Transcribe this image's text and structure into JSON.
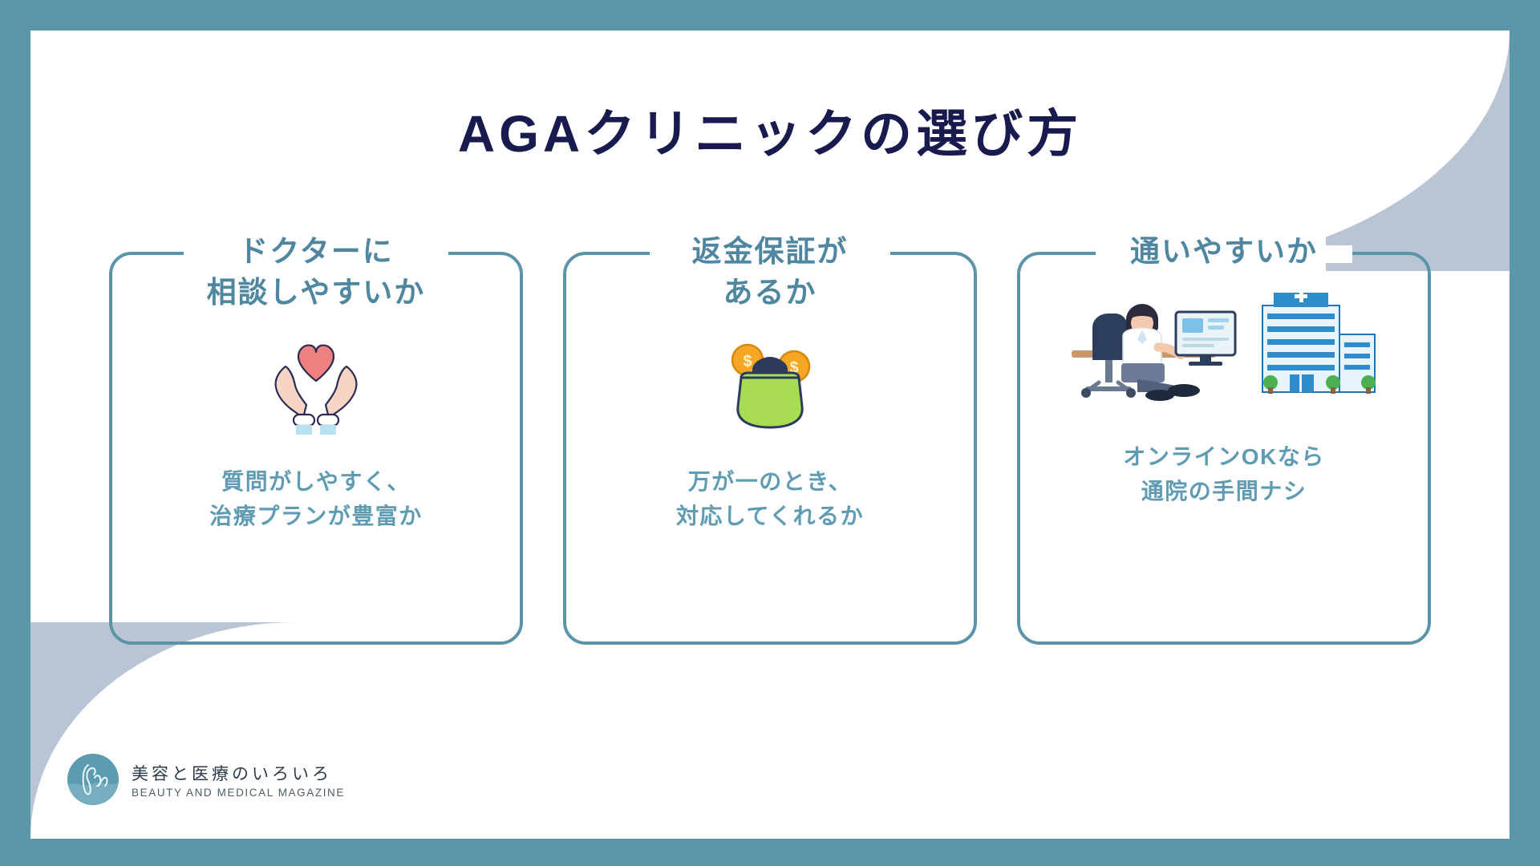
{
  "slide": {
    "title": "AGAクリニックの選び方",
    "frame_color": "#5b96ab",
    "accent_color": "#5b93a9",
    "title_color": "#191a4e",
    "deco_color": "#b9c4d4"
  },
  "cards": [
    {
      "heading": "ドクターに\n相談しやすいか",
      "icon": "hands-holding-heart-icon",
      "body": "質問がしやすく、\n治療プランが豊富か"
    },
    {
      "heading": "返金保証が\nあるか",
      "icon": "coin-purse-icon",
      "body": "万が一のとき、\n対応してくれるか"
    },
    {
      "heading": "通いやすいか",
      "icon": "online-doctor-clinic-icon",
      "body": "オンラインOKなら\n通院の手間ナシ"
    }
  ],
  "footer": {
    "logo_mark": "bm-monogram-logo",
    "brand_jp": "美容と医療のいろいろ",
    "brand_en": "BEAUTY AND MEDICAL MAGAZINE"
  }
}
